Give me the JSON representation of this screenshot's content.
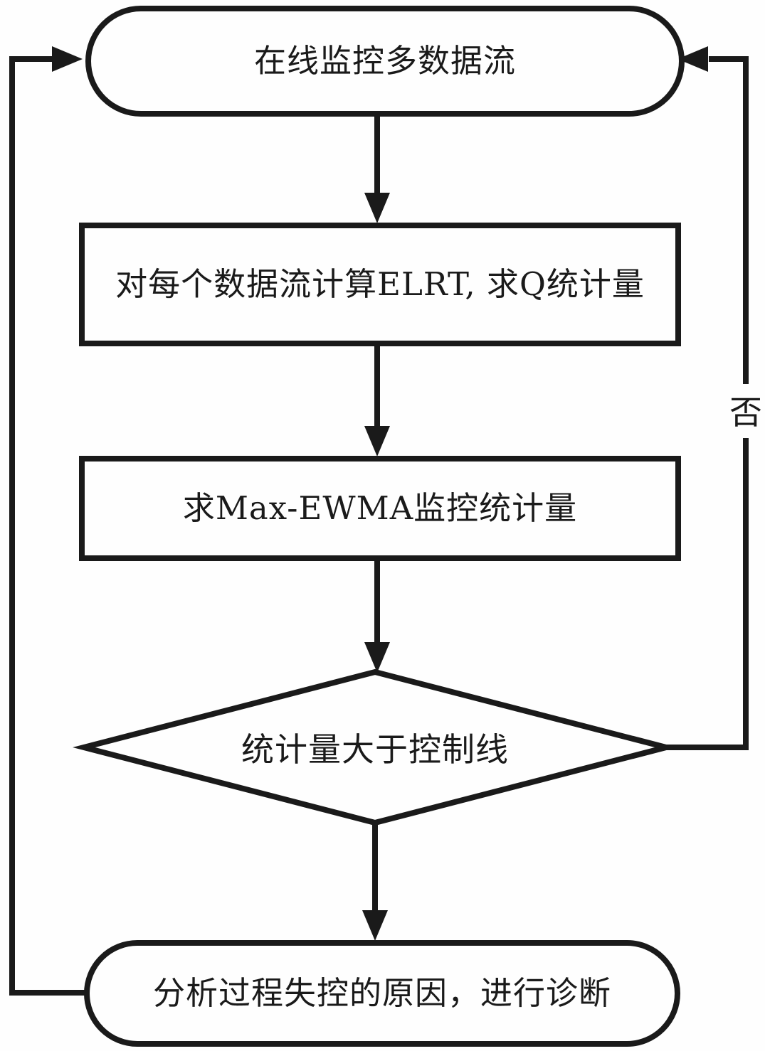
{
  "colors": {
    "line": "#1a1a1a",
    "background": "#ffffff",
    "text": "#1a1a1a"
  },
  "diagram": {
    "nodes": [
      {
        "id": "start",
        "type": "stadium",
        "label": "在线监控多数据流"
      },
      {
        "id": "compute-elrt",
        "type": "process",
        "label": "对每个数据流计算ELRT, 求Q统计量"
      },
      {
        "id": "max-ewma",
        "type": "process",
        "label": "求Max-EWMA监控统计量"
      },
      {
        "id": "decision",
        "type": "decision",
        "label": "统计量大于控制线"
      },
      {
        "id": "diagnose",
        "type": "stadium",
        "label": "分析过程失控的原因，进行诊断"
      }
    ],
    "edges": [
      {
        "from": "start",
        "to": "compute-elrt",
        "label": ""
      },
      {
        "from": "compute-elrt",
        "to": "max-ewma",
        "label": ""
      },
      {
        "from": "max-ewma",
        "to": "decision",
        "label": ""
      },
      {
        "from": "decision",
        "to": "diagnose",
        "label": ""
      },
      {
        "from": "decision",
        "to": "start",
        "label": "否"
      },
      {
        "from": "diagnose",
        "to": "start",
        "label": ""
      }
    ]
  }
}
